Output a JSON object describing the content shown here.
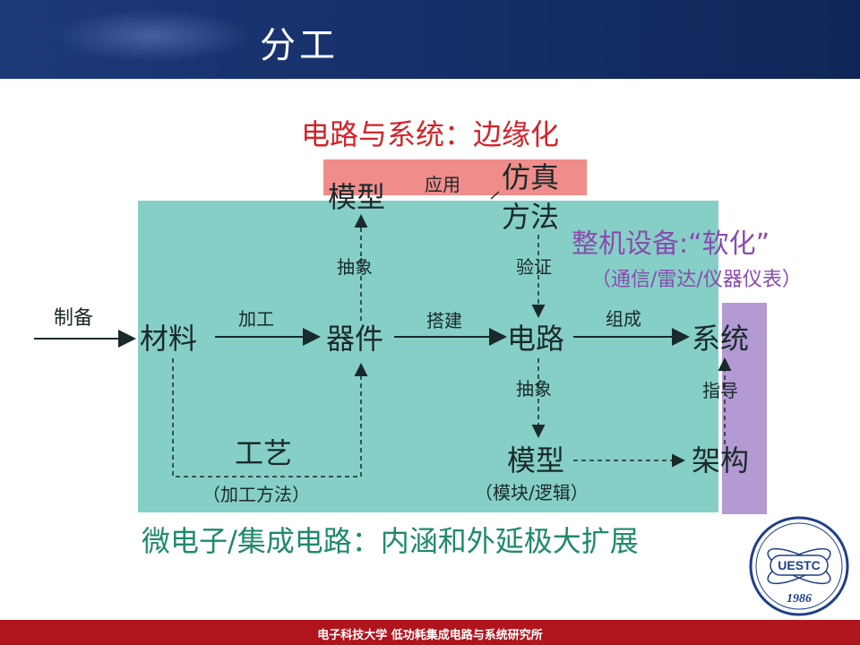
{
  "header": {
    "title": "分工"
  },
  "top_label": "电路与系统：边缘化",
  "nodes": {
    "model_top": "模型",
    "apply": "应用",
    "sim_line1": "仿真",
    "sim_line2": "方法",
    "abstract_top": "抽象",
    "verify": "验证",
    "prepare": "制备",
    "material": "材料",
    "process_edge": "加工",
    "device": "器件",
    "build": "搭建",
    "circuit": "电路",
    "compose": "组成",
    "system": "系统",
    "abstract_bottom": "抽象",
    "guide": "指导",
    "craft": "工艺",
    "craft_sub": "（加工方法）",
    "model_bottom": "模型",
    "model_sub": "（模块/逻辑）",
    "architecture": "架构"
  },
  "machine": {
    "title": "整机设备:“软化”",
    "sub": "（通信/雷达/仪器仪表）"
  },
  "bottom_label": "微电子/集成电路：内涵和外延极大扩展",
  "footer": {
    "text": "电子科技大学 低功耗集成电路与系统研究所"
  },
  "logo": {
    "text": "UESTC",
    "year": "1986"
  },
  "colors": {
    "teal": "#86cfc6",
    "pink": "#f08c8a",
    "purple": "#b39ad3",
    "header": "#16306a",
    "footer": "#b0141d",
    "red_text": "#d2232a",
    "green_text": "#1f8a6a",
    "violet_text": "#8a4bb0"
  }
}
